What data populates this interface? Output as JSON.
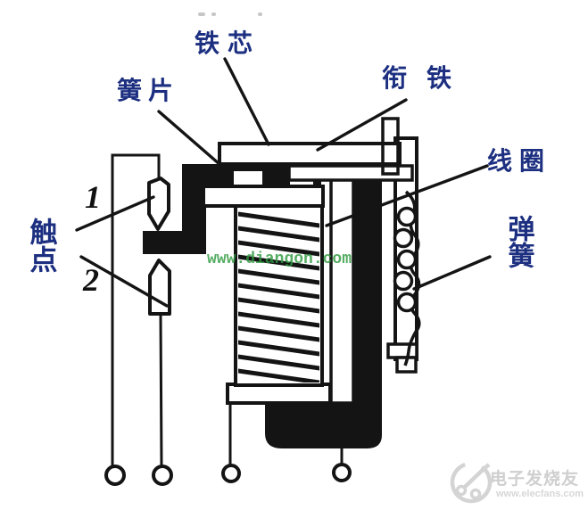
{
  "figure": {
    "label_color": "#1c2f80",
    "line_color": "#141414",
    "labels": {
      "iron_core": "铁芯",
      "reed": "簧片",
      "armature": "衔铁",
      "coil": "线圈",
      "spring": "弹簧",
      "contacts": "触点",
      "contact_no_1": "1",
      "contact_no_2": "2"
    }
  },
  "watermarks": {
    "center_text": "www.diangon.com",
    "center_color": "#2f9a40",
    "corner_brand": "电子发烧友",
    "corner_url": "www.elecfans.com",
    "corner_color": "#d2d2d2"
  }
}
